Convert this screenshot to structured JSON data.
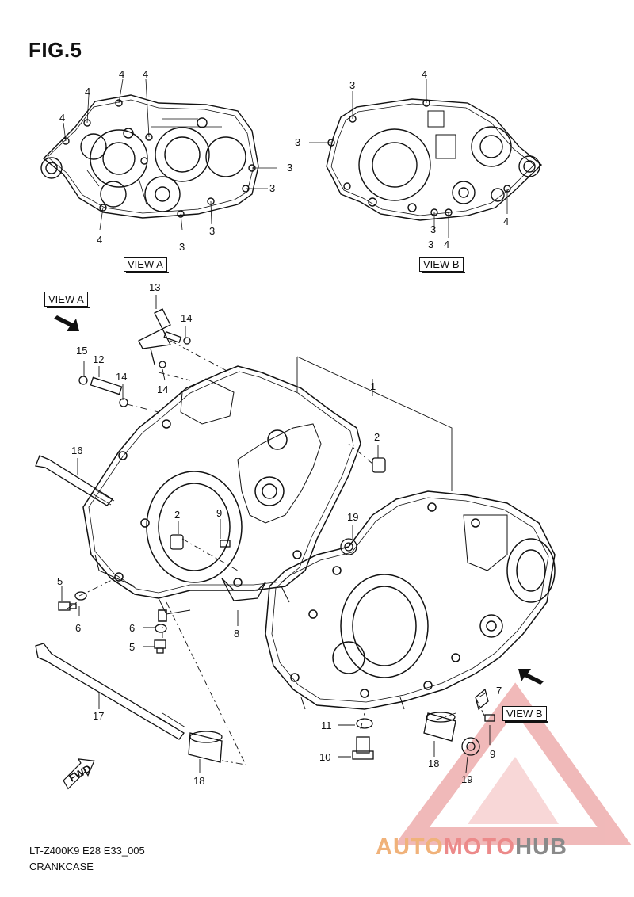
{
  "figure": {
    "title": "FIG.5"
  },
  "views": {
    "view_a": "VIEW A",
    "view_b": "VIEW B"
  },
  "callouts_top": [
    "4",
    "4",
    "4",
    "4",
    "3",
    "3",
    "3",
    "3",
    "4",
    "3",
    "4",
    "3",
    "3",
    "4",
    "3",
    "4"
  ],
  "callouts_main": {
    "c1": "1",
    "c2a": "2",
    "c2b": "2",
    "c5a": "5",
    "c5b": "5",
    "c6a": "6",
    "c6b": "6",
    "c7": "7",
    "c8": "8",
    "c9a": "9",
    "c9b": "9",
    "c10": "10",
    "c11": "11",
    "c12": "12",
    "c13": "13",
    "c14a": "14",
    "c14b": "14",
    "c14c": "14",
    "c15": "15",
    "c16": "16",
    "c17": "17",
    "c18a": "18",
    "c18b": "18",
    "c19a": "19",
    "c19b": "19"
  },
  "fwd_label": "FWD",
  "footer": {
    "code": "LT-Z400K9  E28  E33_005",
    "name": "CRANKCASE"
  },
  "watermark": {
    "part1": "AUTO",
    "part2": "MOTO",
    "part3": "HUB"
  },
  "colors": {
    "line": "#111111",
    "watermark_orange": "#f0b27a",
    "watermark_red": "#ec8a8a",
    "watermark_gray": "#8a8a8a"
  }
}
